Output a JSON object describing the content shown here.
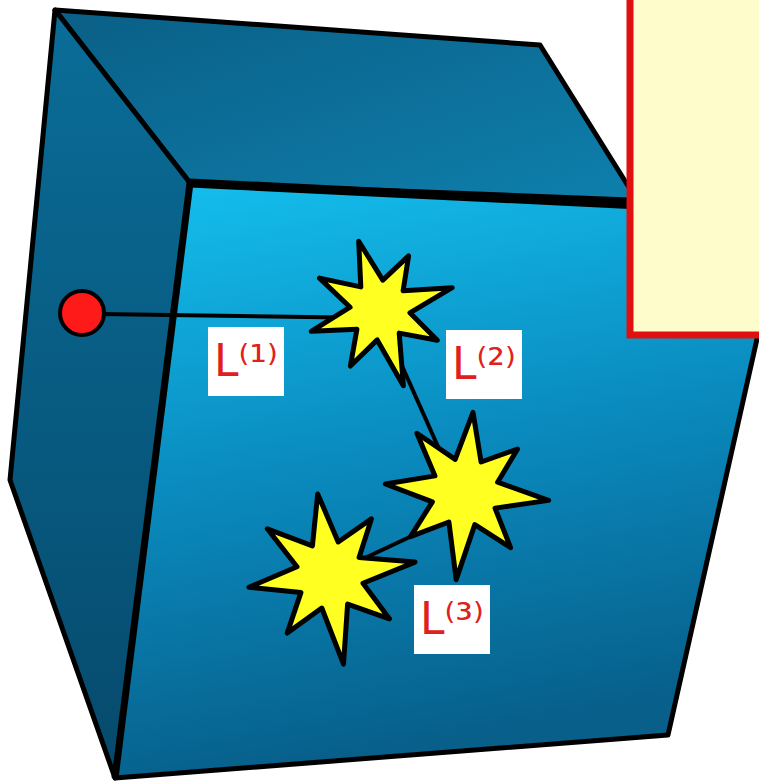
{
  "diagram": {
    "labels": [
      "L⁽¹⁾",
      "L⁽²⁾",
      "L⁽³⁾"
    ]
  }
}
